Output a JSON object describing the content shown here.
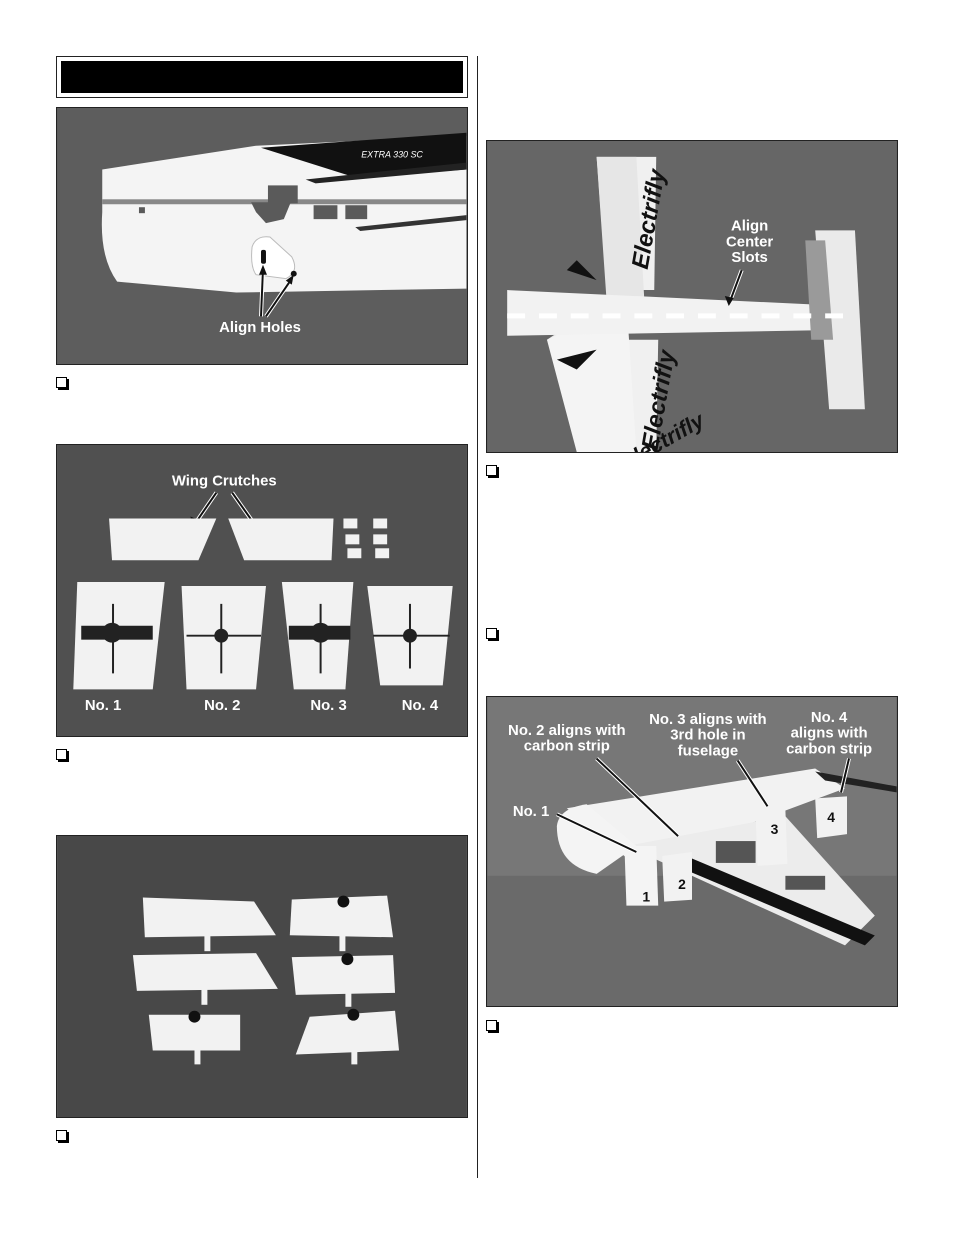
{
  "fig1": {
    "fuselage_text": "EXTRA 330 SC",
    "label": "Align Holes"
  },
  "fig2": {
    "label": "Wing Crutches",
    "parts": [
      "No. 1",
      "No. 2",
      "No. 3",
      "No. 4"
    ]
  },
  "fig4": {
    "label_line1": "Align",
    "label_line2": "Center",
    "label_line3": "Slots",
    "brand": "Electrifly",
    "brand_partial": "lectrifly"
  },
  "fig5": {
    "no2_line1": "No. 2 aligns with",
    "no2_line2": "carbon strip",
    "no3_line1": "No. 3 aligns with",
    "no3_line2": "3rd hole in",
    "no3_line3": "fuselage",
    "no4_line1": "No. 4",
    "no4_line2": "aligns with",
    "no4_line3": "carbon strip",
    "no1": "No. 1",
    "tag1": "1",
    "tag2": "2",
    "tag3": "3",
    "tag4": "4"
  },
  "colors": {
    "background": "#ffffff",
    "photo_bg": "#5a5a5a",
    "foam": "#f2f2f2",
    "title_bar": "#000000"
  }
}
